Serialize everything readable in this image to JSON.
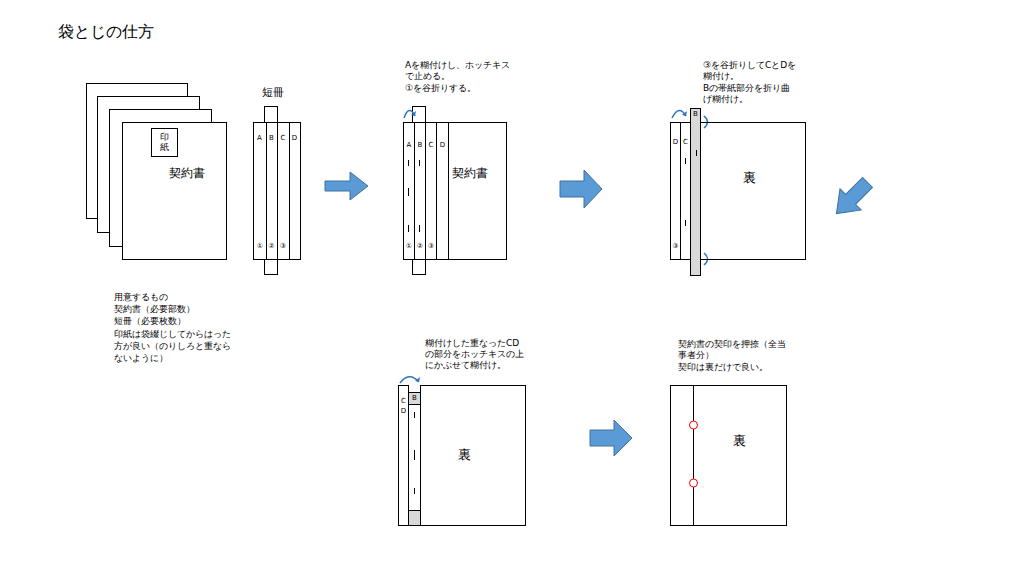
{
  "diagram": {
    "title": "袋とじの仕方",
    "nodes": [
      {
        "text": [
          "契約書"
        ]
      },
      {
        "text": [
          "印紙"
        ],
        "in": 0
      },
      {
        "text": [
          "契約書"
        ]
      },
      {
        "text": [
          "裏"
        ]
      },
      {
        "text": [
          "裏"
        ]
      },
      {
        "text": [
          "裏"
        ]
      }
    ],
    "labels": [
      "用意するもの",
      "契約書（必要部数）",
      "短冊（必要枚数）",
      "印紙は袋綴じしてからはった方が良い（のりしろと重ならないように）",
      "短冊",
      "A",
      "B",
      "C",
      "D",
      "①",
      "②",
      "③",
      "Aを糊付けし、ホッチキスで止める。",
      "①を谷折りする。",
      "A",
      "B",
      "C",
      "D",
      "①",
      "②",
      "③",
      "③を谷折りしてCとDを糊付け。",
      "Bの帯紙部分を折り曲げ糊付け。",
      "D",
      "C",
      "B",
      "③",
      "糊付けした重なったCDの部分をホッチキスの上にかぶせて糊付け。",
      "C",
      "D",
      "B",
      "契約書の契印を押捺（全当事者分）",
      "契印は裏だけで良い。"
    ]
  }
}
